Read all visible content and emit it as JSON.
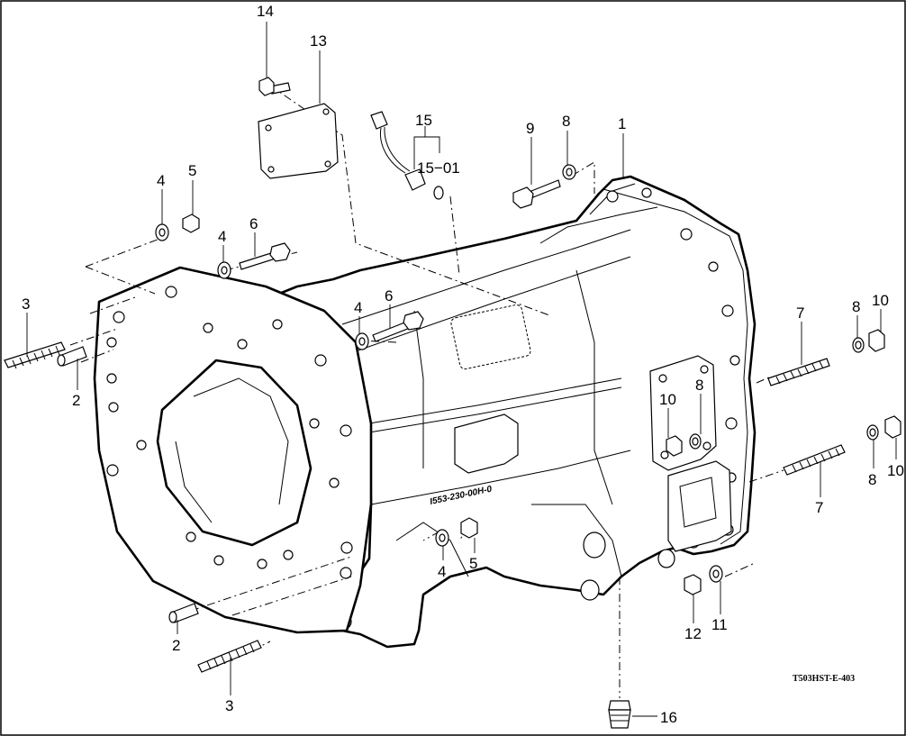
{
  "diagram": {
    "callouts": [
      {
        "id": "c14",
        "text": "14"
      },
      {
        "id": "c13",
        "text": "13"
      },
      {
        "id": "c15",
        "text": "15"
      },
      {
        "id": "c15-01",
        "text": "15−01"
      },
      {
        "id": "c9",
        "text": "9"
      },
      {
        "id": "c8a",
        "text": "8"
      },
      {
        "id": "c1",
        "text": "1"
      },
      {
        "id": "c4a",
        "text": "4"
      },
      {
        "id": "c5a",
        "text": "5"
      },
      {
        "id": "c4b",
        "text": "4"
      },
      {
        "id": "c6a",
        "text": "6"
      },
      {
        "id": "c3a",
        "text": "3"
      },
      {
        "id": "c2a",
        "text": "2"
      },
      {
        "id": "c4c",
        "text": "4"
      },
      {
        "id": "c6b",
        "text": "6"
      },
      {
        "id": "c7a",
        "text": "7"
      },
      {
        "id": "c8b",
        "text": "8"
      },
      {
        "id": "c10a",
        "text": "10"
      },
      {
        "id": "c10b",
        "text": "10"
      },
      {
        "id": "c8c",
        "text": "8"
      },
      {
        "id": "c8d",
        "text": "8"
      },
      {
        "id": "c10c",
        "text": "10"
      },
      {
        "id": "c7b",
        "text": "7"
      },
      {
        "id": "c4d",
        "text": "4"
      },
      {
        "id": "c5b",
        "text": "5"
      },
      {
        "id": "c2b",
        "text": "2"
      },
      {
        "id": "c3b",
        "text": "3"
      },
      {
        "id": "c12",
        "text": "12"
      },
      {
        "id": "c11",
        "text": "11"
      },
      {
        "id": "c16",
        "text": "16"
      }
    ],
    "casting_mark": "I553-230-00H-0",
    "reference_code": "T503HST-E-403",
    "colors": {
      "ink": "#000000",
      "paper": "#ffffff"
    }
  }
}
